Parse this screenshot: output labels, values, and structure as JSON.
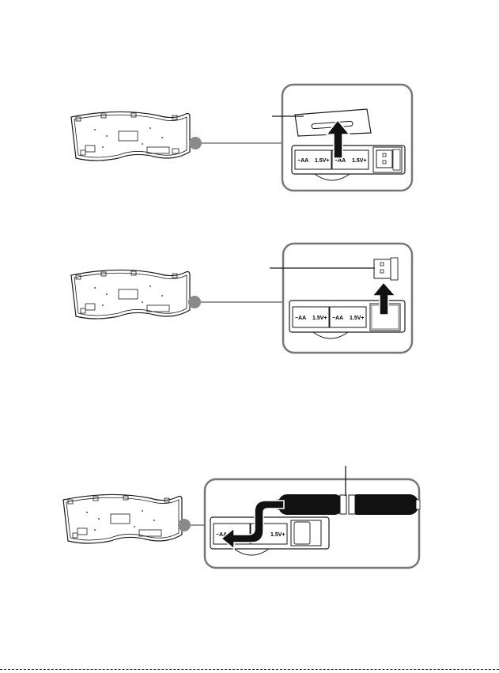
{
  "battery_labels": {
    "neg_aa": "−AA",
    "volt_pos": "1.5V+"
  },
  "colors": {
    "stroke": "#1a1a1a",
    "panel_border": "#777777",
    "callout_dot": "#8a8a8a",
    "battery_body": "#111111",
    "arrow_fill": "#111111"
  },
  "steps": [
    {
      "name": "remove-battery-cover",
      "icon": "arrow-up-icon"
    },
    {
      "name": "remove-usb-receiver",
      "icon": "arrow-up-icon"
    },
    {
      "name": "insert-aa-batteries",
      "icon": "curved-arrow-icon"
    }
  ]
}
